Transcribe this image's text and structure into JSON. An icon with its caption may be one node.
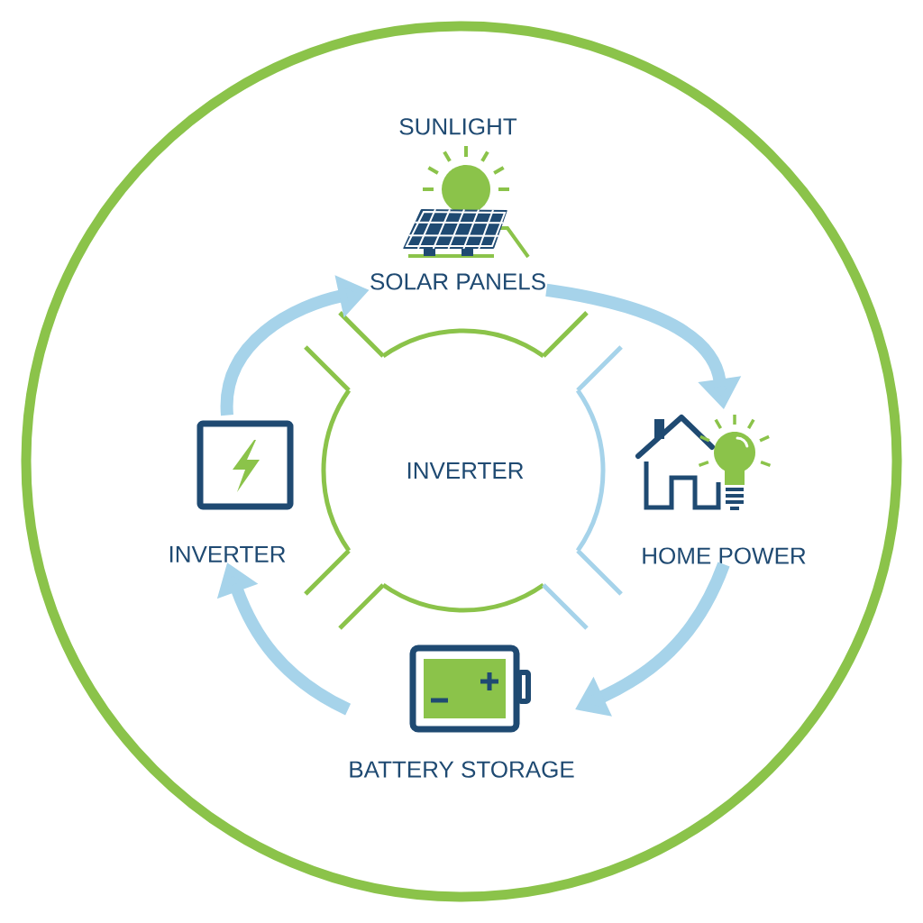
{
  "diagram": {
    "nodes": [
      {
        "text": [
          "SUNLIGHT",
          "SOLAR PANELS"
        ]
      },
      {
        "text": [
          "HOME POWER"
        ]
      },
      {
        "text": [
          "BATTERY STORAGE"
        ]
      },
      {
        "text": [
          "INVERTER"
        ]
      },
      {
        "text": [
          "INVERTER"
        ]
      }
    ],
    "edges": [
      {
        "from": 3,
        "to": 0,
        "arrow": "to"
      },
      {
        "from": 0,
        "to": 1,
        "arrow": "to"
      },
      {
        "from": 1,
        "to": 2,
        "arrow": "to"
      },
      {
        "from": 2,
        "to": 3,
        "arrow": "to"
      }
    ]
  }
}
